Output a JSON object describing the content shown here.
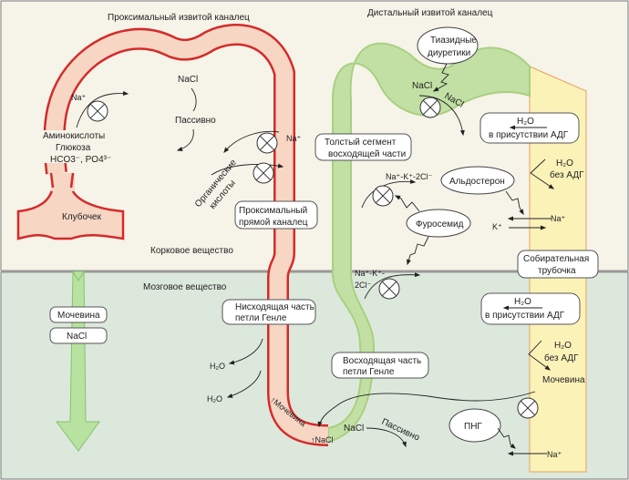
{
  "zones": {
    "cortex_label": "Корковое вещество",
    "medulla_label": "Мозговое вещество"
  },
  "colors": {
    "cortex_bg": "#f6f3e8",
    "medulla_bg": "#dce8dc",
    "proximal_fill": "#f7d6c4",
    "proximal_stroke": "#d42a2a",
    "distal_fill": "#c3e0a4",
    "distal_stroke": "#a8d080",
    "collecting_fill": "#fbf2b8",
    "collecting_stroke": "#e8a060",
    "gradient_arrow": "#b8e2a0"
  },
  "titles": {
    "proximal_convoluted": "Проксимальный извитой каналец",
    "distal_convoluted": "Дистальный извитой каналец"
  },
  "proximal": {
    "na": "Na⁺",
    "nacl": "NaCl",
    "passive": "Пассивно",
    "reabsorbed_1": "Аминокислоты",
    "reabsorbed_2": "Глюкоза",
    "reabsorbed_3": "HCO3⁻, PO4³⁻",
    "glomerulus": "Клубочек",
    "na_right": "Na⁺",
    "organic_acids_1": "Органические",
    "organic_acids_2": "кислоты",
    "straight_tubule_1": "Проксимальный",
    "straight_tubule_2": "прямой каналец"
  },
  "distal": {
    "thiazide_1": "Тиазидные",
    "thiazide_2": "диуретики",
    "nacl_1": "NaCl",
    "nacl_2": "NaCl",
    "thick_segment_1": "Толстый сегмент",
    "thick_segment_2": "восходящей части",
    "nkcc_top": "Na⁺-K⁺-2Cl⁻",
    "furosemide": "Фуросемид",
    "aldosterone": "Альдостерон",
    "k": "K⁺",
    "na": "Na⁺",
    "nkcc_bottom_1": "Na⁺-K⁺-",
    "nkcc_bottom_2": "2Cl⁻"
  },
  "collecting": {
    "label_1": "Собирательная",
    "label_2": "трубочка",
    "water_adh_top_1": "H₂O",
    "water_adh_top_2": "в присутствии АДГ",
    "water_no_adh_top_1": "H₂O",
    "water_no_adh_top_2": "без АДГ",
    "water_adh_bottom_1": "H₂O",
    "water_adh_bottom_2": "в присутствии АДГ",
    "water_no_adh_bottom_1": "H₂O",
    "water_no_adh_bottom_2": "без АДГ",
    "urea": "Мочевина",
    "png": "ПНГ",
    "na": "Na⁺"
  },
  "loop": {
    "descending_1": "Нисходящая часть",
    "descending_2": "петли Генле",
    "h2o_1": "H₂O",
    "h2o_2": "H₂O",
    "urea_up": "↑Мочевина",
    "nacl_up": "↑NaCl",
    "ascending_1": "Восходящая часть",
    "ascending_2": "петли Генле",
    "nacl": "NaCl",
    "passive": "Пассивно"
  },
  "gradient": {
    "urea": "Мочевина",
    "nacl": "NaCl"
  }
}
